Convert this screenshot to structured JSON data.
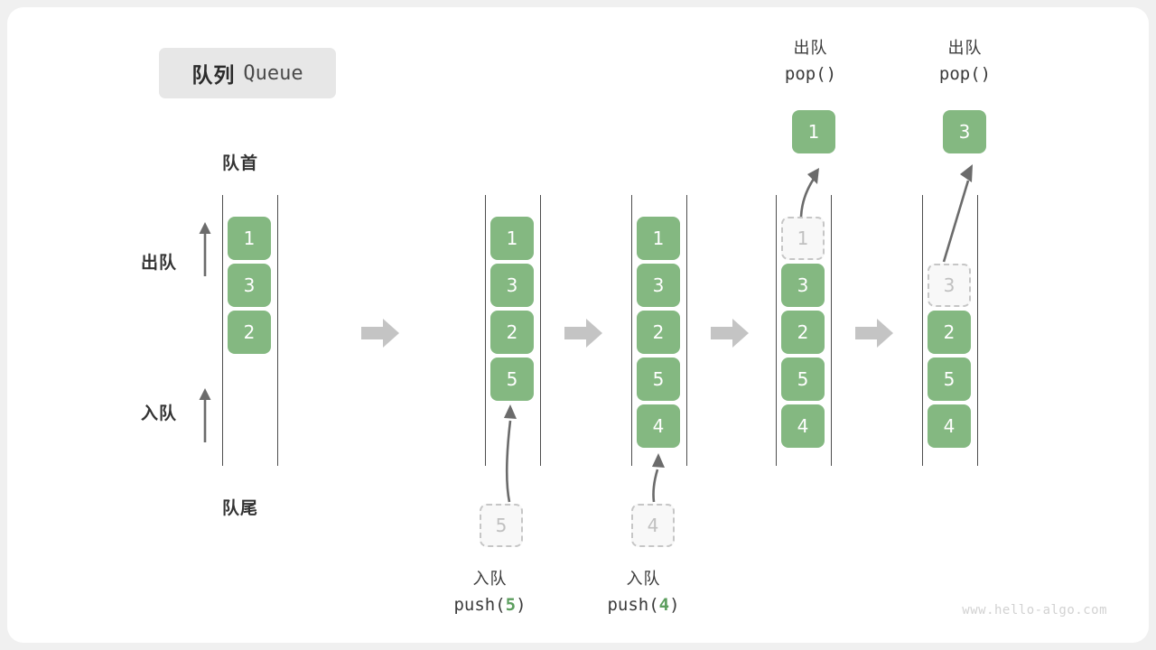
{
  "title": {
    "cn": "队列",
    "en": "Queue"
  },
  "colors": {
    "cell_green": "#84b881",
    "ghost_fill": "#f8f8f8",
    "ghost_border": "#c6c6c6",
    "rail": "#4d4d4d",
    "block_arrow": "#c4c4c4",
    "curve_arrow": "#6b6b6b",
    "badge_bg": "#e7e7e7",
    "accent_text": "#5c9e5e"
  },
  "labels": {
    "head": "队首",
    "tail": "队尾",
    "dequeue": "出队",
    "enqueue": "入队"
  },
  "operations": {
    "push5": {
      "cn": "入队",
      "fn": "push(",
      "arg": "5",
      "close": ")"
    },
    "push4": {
      "cn": "入队",
      "fn": "push(",
      "arg": "4",
      "close": ")"
    },
    "pop1": {
      "cn": "出队",
      "fn": "pop(",
      "arg": "",
      "close": ")"
    },
    "pop2": {
      "cn": "出队",
      "fn": "pop(",
      "arg": "",
      "close": ")"
    }
  },
  "columns": [
    {
      "id": "initial",
      "cells": [
        {
          "value": "1",
          "state": "filled"
        },
        {
          "value": "3",
          "state": "filled"
        },
        {
          "value": "2",
          "state": "filled"
        }
      ]
    },
    {
      "id": "after-push-5",
      "cells": [
        {
          "value": "1",
          "state": "filled"
        },
        {
          "value": "3",
          "state": "filled"
        },
        {
          "value": "2",
          "state": "filled"
        },
        {
          "value": "5",
          "state": "filled"
        }
      ],
      "incoming": {
        "value": "5",
        "state": "ghost"
      }
    },
    {
      "id": "after-push-4",
      "cells": [
        {
          "value": "1",
          "state": "filled"
        },
        {
          "value": "3",
          "state": "filled"
        },
        {
          "value": "2",
          "state": "filled"
        },
        {
          "value": "5",
          "state": "filled"
        },
        {
          "value": "4",
          "state": "filled"
        }
      ],
      "incoming": {
        "value": "4",
        "state": "ghost"
      }
    },
    {
      "id": "after-pop-1",
      "cells": [
        {
          "value": "1",
          "state": "ghost"
        },
        {
          "value": "3",
          "state": "filled"
        },
        {
          "value": "2",
          "state": "filled"
        },
        {
          "value": "5",
          "state": "filled"
        },
        {
          "value": "4",
          "state": "filled"
        }
      ],
      "outgoing": {
        "value": "1",
        "state": "filled"
      }
    },
    {
      "id": "after-pop-3",
      "cells": [
        {
          "value": "",
          "state": "empty"
        },
        {
          "value": "3",
          "state": "ghost"
        },
        {
          "value": "2",
          "state": "filled"
        },
        {
          "value": "5",
          "state": "filled"
        },
        {
          "value": "4",
          "state": "filled"
        }
      ],
      "outgoing": {
        "value": "3",
        "state": "filled"
      }
    }
  ],
  "watermark": "www.hello-algo.com"
}
